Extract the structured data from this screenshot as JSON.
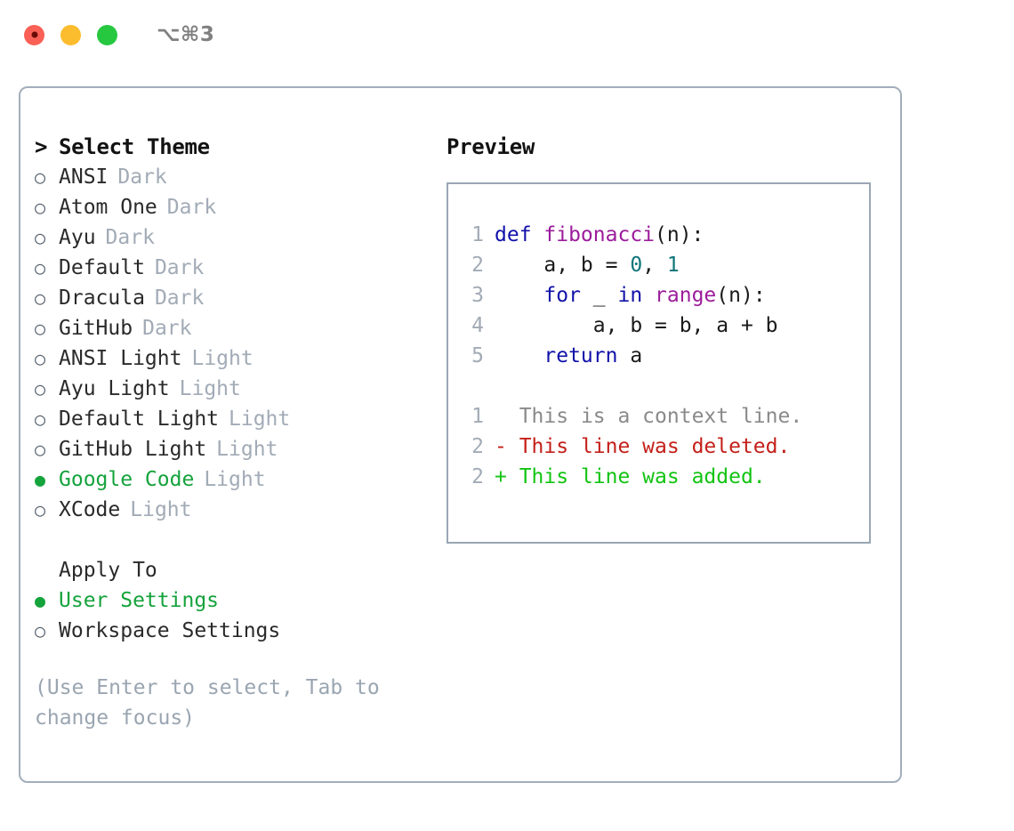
{
  "window": {
    "shortcut": "⌥⌘3",
    "traffic_lights": [
      {
        "name": "close",
        "color": "#fa6055"
      },
      {
        "name": "minimize",
        "color": "#fbbd2e"
      },
      {
        "name": "maximize",
        "color": "#26c840"
      }
    ]
  },
  "colors": {
    "accent_green": "#15a33c",
    "panel_border": "#a2aebb",
    "muted": "#a2abb6",
    "hint": "#9aa5b1",
    "diff_add": "#12c412",
    "diff_del": "#c4201a",
    "kw": "#1111aa",
    "fn": "#9b1c9b",
    "num": "#0e7478"
  },
  "theme_picker": {
    "caret": ">",
    "title": "Select Theme",
    "bullet_selected": "●",
    "bullet_unselected": "○",
    "options": [
      {
        "label": "ANSI",
        "suffix": "Dark",
        "selected": false
      },
      {
        "label": "Atom One",
        "suffix": "Dark",
        "selected": false
      },
      {
        "label": "Ayu",
        "suffix": "Dark",
        "selected": false
      },
      {
        "label": "Default",
        "suffix": "Dark",
        "selected": false
      },
      {
        "label": "Dracula",
        "suffix": "Dark",
        "selected": false
      },
      {
        "label": "GitHub",
        "suffix": "Dark",
        "selected": false
      },
      {
        "label": "ANSI Light",
        "suffix": "Light",
        "selected": false
      },
      {
        "label": "Ayu Light",
        "suffix": "Light",
        "selected": false
      },
      {
        "label": "Default Light",
        "suffix": "Light",
        "selected": false
      },
      {
        "label": "GitHub Light",
        "suffix": "Light",
        "selected": false
      },
      {
        "label": "Google Code",
        "suffix": "Light",
        "selected": true
      },
      {
        "label": "XCode",
        "suffix": "Light",
        "selected": false
      }
    ]
  },
  "apply_to": {
    "title": "Apply To",
    "options": [
      {
        "label": "User Settings",
        "selected": true
      },
      {
        "label": "Workspace Settings",
        "selected": false
      }
    ]
  },
  "hint": "(Use Enter to select, Tab to change focus)",
  "preview": {
    "title": "Preview",
    "code_lines": [
      {
        "no": "1",
        "tokens": [
          {
            "t": "def ",
            "c": "kw"
          },
          {
            "t": "fibonacci",
            "c": "fn"
          },
          {
            "t": "(n):",
            "c": "plain"
          }
        ]
      },
      {
        "no": "2",
        "tokens": [
          {
            "t": "    a, b = ",
            "c": "plain"
          },
          {
            "t": "0",
            "c": "num"
          },
          {
            "t": ", ",
            "c": "plain"
          },
          {
            "t": "1",
            "c": "num"
          }
        ]
      },
      {
        "no": "3",
        "tokens": [
          {
            "t": "    ",
            "c": "plain"
          },
          {
            "t": "for",
            "c": "kw"
          },
          {
            "t": " _ ",
            "c": "plain"
          },
          {
            "t": "in",
            "c": "kw"
          },
          {
            "t": " ",
            "c": "plain"
          },
          {
            "t": "range",
            "c": "fn"
          },
          {
            "t": "(n):",
            "c": "plain"
          }
        ]
      },
      {
        "no": "4",
        "tokens": [
          {
            "t": "        a, b = b, a + b",
            "c": "plain"
          }
        ]
      },
      {
        "no": "5",
        "tokens": [
          {
            "t": "    ",
            "c": "plain"
          },
          {
            "t": "return",
            "c": "kw"
          },
          {
            "t": " a",
            "c": "plain"
          }
        ]
      }
    ],
    "diff_lines": [
      {
        "no": "1",
        "marker": " ",
        "text": " This is a context line.",
        "kind": "ctx"
      },
      {
        "no": "2",
        "marker": "-",
        "text": " This line was deleted.",
        "kind": "del"
      },
      {
        "no": "2",
        "marker": "+",
        "text": " This line was added.",
        "kind": "add"
      }
    ]
  }
}
